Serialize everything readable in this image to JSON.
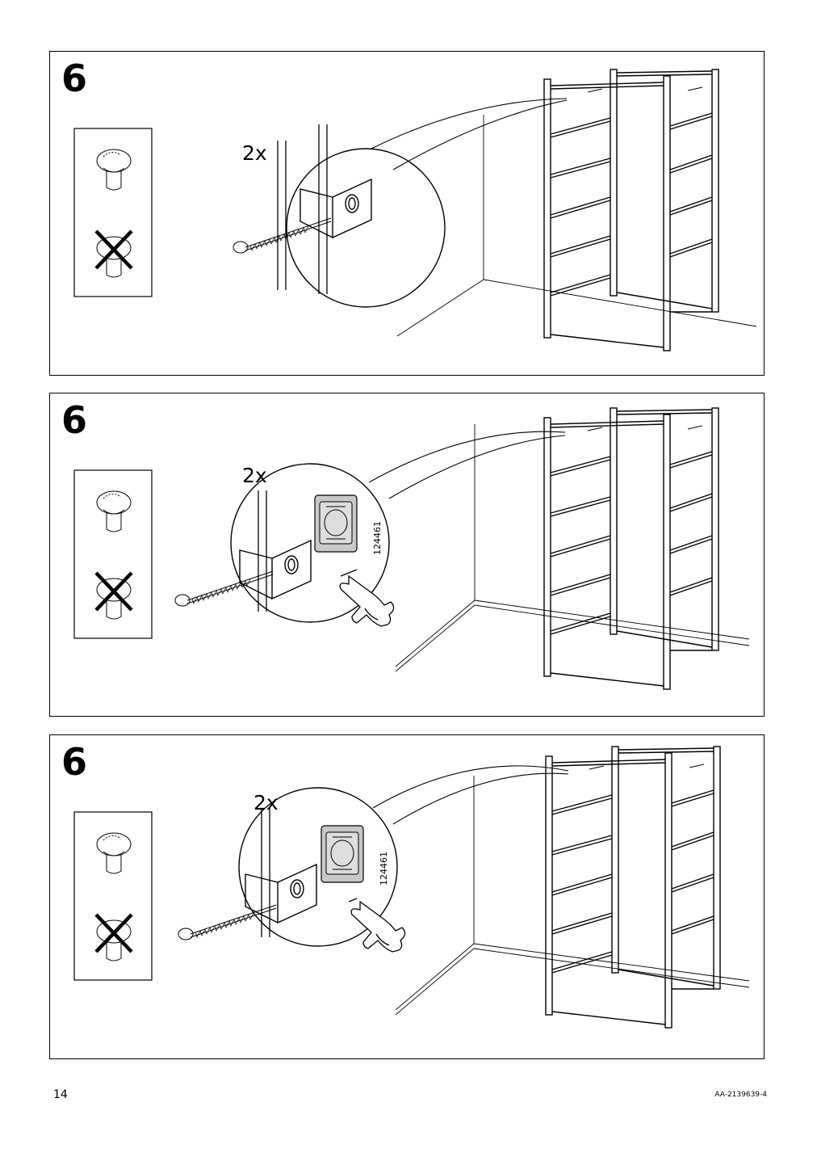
{
  "page": {
    "number": "14",
    "doc_code": "AA-2139639-4"
  },
  "panels": [
    {
      "step": "6",
      "quantity": "2x",
      "part_code": ""
    },
    {
      "step": "6",
      "quantity": "2x",
      "part_code": "124461"
    },
    {
      "step": "6",
      "quantity": "2x",
      "part_code": "124461"
    }
  ],
  "icons": {
    "wall_plug_ok": "wall-plug-icon",
    "not_included": "cross-icon",
    "screw": "screw-icon",
    "hand": "pointing-hand-icon"
  }
}
